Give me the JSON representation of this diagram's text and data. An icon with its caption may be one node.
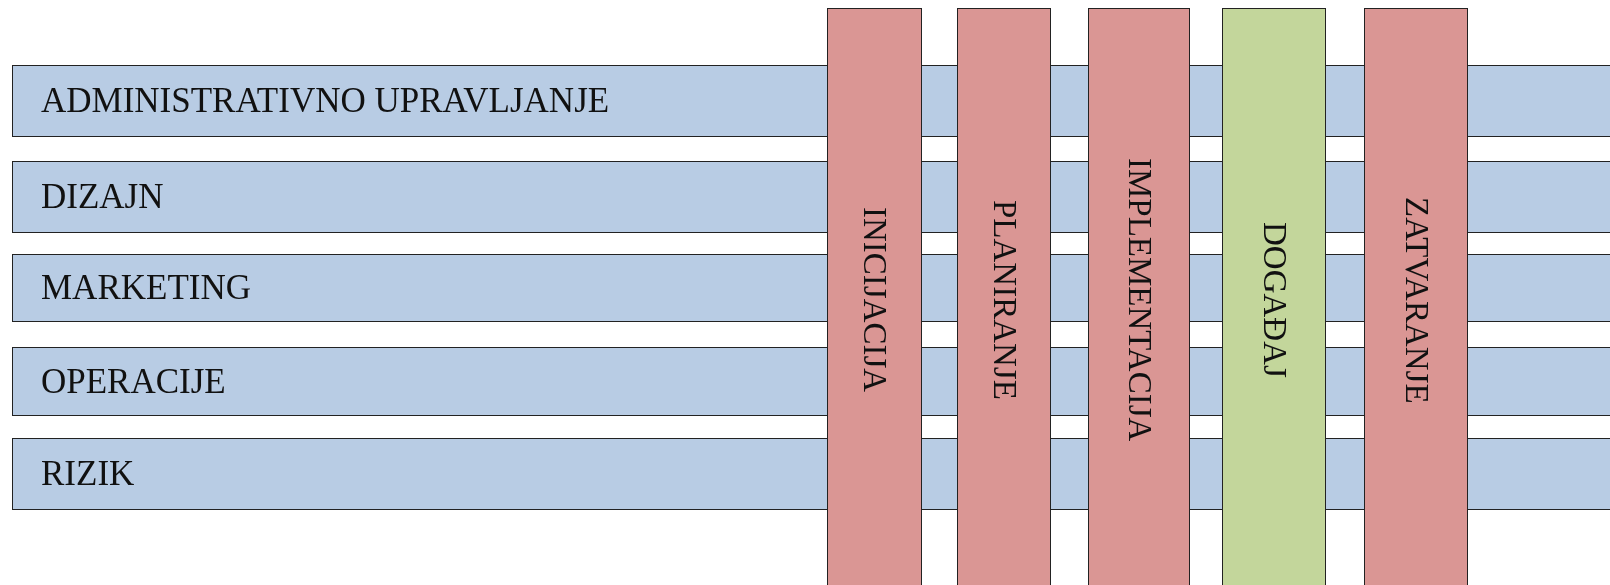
{
  "diagram": {
    "nodes": [
      {
        "text": [
          "ADMINISTRATIVNO UPRAVLJANJE"
        ]
      },
      {
        "text": [
          "DIZAJN"
        ]
      },
      {
        "text": [
          "MARKETING"
        ]
      },
      {
        "text": [
          "OPERACIJE"
        ]
      },
      {
        "text": [
          "RIZIK"
        ]
      },
      {
        "text": [
          "INICIJACIJA"
        ]
      },
      {
        "text": [
          "PLANIRANJE"
        ]
      },
      {
        "text": [
          "IMPLEMENTACIJA"
        ]
      },
      {
        "text": [
          "DOGAĐAJ"
        ]
      },
      {
        "text": [
          "ZATVARANJE"
        ]
      }
    ]
  }
}
